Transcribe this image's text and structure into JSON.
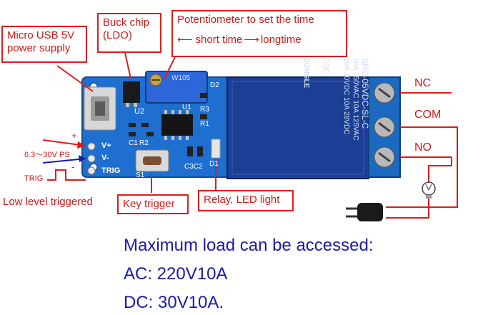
{
  "callouts": {
    "usb": "Micro USB 5V\npower supply",
    "buck": "Buck chip\n(LDO)",
    "pot_title": "Potentiometer to set the time",
    "pot_short": "short time",
    "pot_long": "longtime",
    "key": "Key trigger",
    "relay_led": "Relay, LED light"
  },
  "input": {
    "plus": "+",
    "minus": "-",
    "supply": "6.3～30V PS",
    "trig": "TRIG",
    "low_level": "Low level triggered"
  },
  "board": {
    "pin_vplus": "V+",
    "pin_vminus": "V-",
    "pin_trig": "TRIG",
    "u2": "U2",
    "u1": "U1",
    "c1": "C1",
    "r2": "R2",
    "r1": "R1",
    "r3": "R3",
    "d2": "D2",
    "s1": "S1",
    "c3c2": "C3C2",
    "d1": "D1",
    "pot_code": "W105",
    "relay_lines": [
      "SRD-05VDC-SL-C",
      "10A 250VAC  10A 125VAC",
      "10A 30VDC  10A 28VDC"
    ],
    "relay_brand": "SONGLE",
    "relay_cqc": "CQC"
  },
  "terminals": {
    "nc": "NC",
    "com": "COM",
    "no": "NO"
  },
  "footer": {
    "line1": "Maximum load can be accessed:",
    "line2": "AC: 220V10A",
    "line3": "DC: 30V10A."
  },
  "colors": {
    "red": "#d21818",
    "blue_text": "#1a1aa8",
    "board": "#1f6fd0",
    "relay": "#1c3f95",
    "terminal": "#1b6ac0"
  }
}
